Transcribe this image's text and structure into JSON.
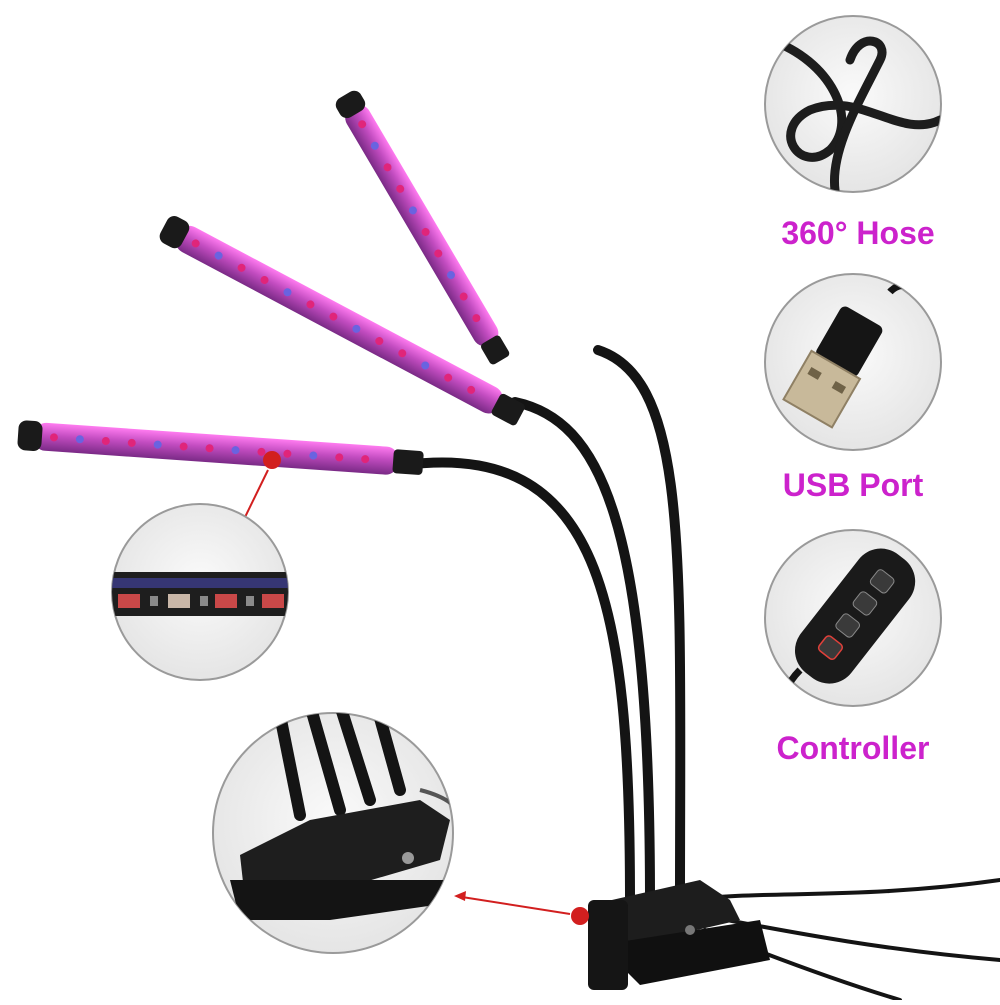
{
  "labels": {
    "hose": "360° Hose",
    "usb": "USB Port",
    "controller": "Controller"
  },
  "colors": {
    "accent": "#cc22cc",
    "led_red": "#e0257a",
    "led_blue": "#6a63e0",
    "tube_glow": "#c84fc4",
    "metal_black": "#141414",
    "callout_red": "#d21f1f",
    "inset_bg": "#eeeeee",
    "inset_border": "#9a9a9a"
  },
  "icons": {
    "hose": "coiled-hose",
    "usb": "usb-plug",
    "controller": "remote-controller"
  }
}
